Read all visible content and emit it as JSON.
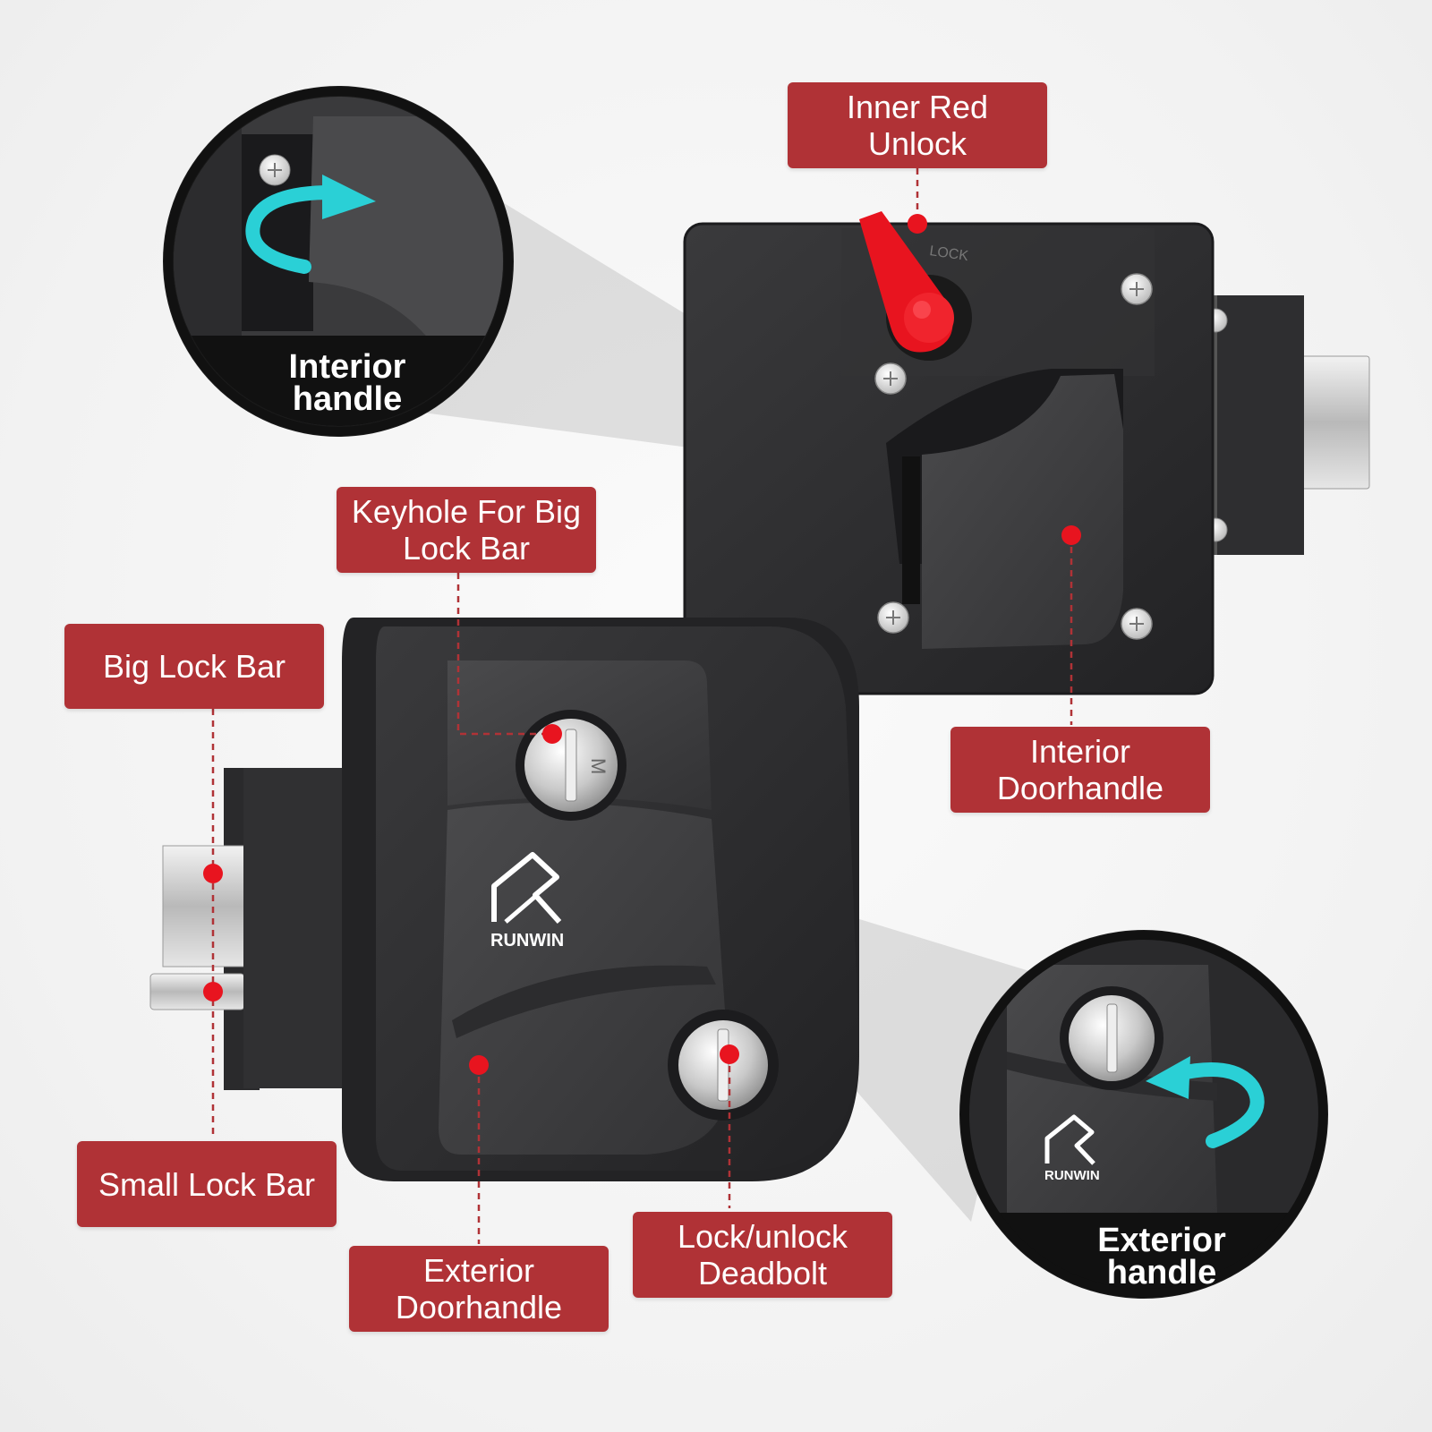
{
  "callouts": {
    "inner_red_unlock": "Inner Red\nUnlock",
    "keyhole_big_lock_bar": "Keyhole For Big\nLock Bar",
    "big_lock_bar": "Big Lock Bar",
    "interior_doorhandle": "Interior\nDoorhandle",
    "small_lock_bar": "Small Lock Bar",
    "exterior_doorhandle": "Exterior\nDoorhandle",
    "lock_unlock_deadbolt": "Lock/unlock\nDeadbolt"
  },
  "zoom_captions": {
    "interior_handle": "Interior\nhandle",
    "exterior_handle": "Exterior\nhandle"
  },
  "brand": {
    "name": "RUNWIN",
    "logo_mark": "R"
  },
  "product_text": {
    "lock_marking": "LOCK",
    "key_marking": "M"
  },
  "colors": {
    "callout_red": "#b03236",
    "marker_red": "#e8141f",
    "lever_red": "#e8141f",
    "body_dark": "#2b2b2d",
    "arrow_cyan": "#2ad0d6",
    "background": "#f4f4f4"
  }
}
